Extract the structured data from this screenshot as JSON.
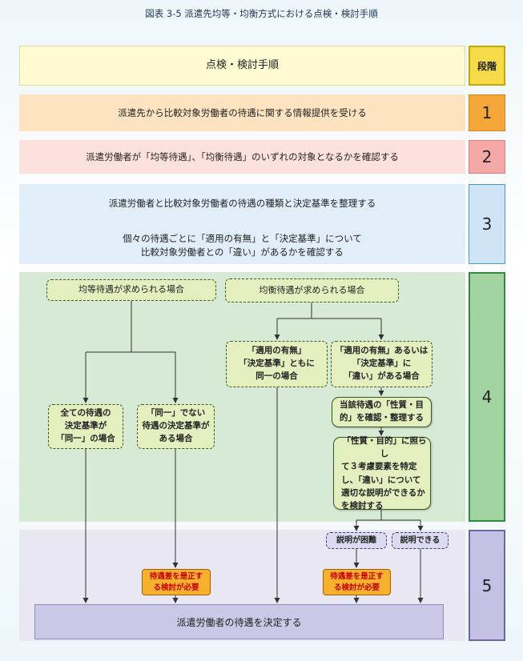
{
  "caption": "図表 3-5 派遣先均等・均衡方式における点検・検討手順",
  "header": {
    "title": "点検・検討手順",
    "stage_label": "段階"
  },
  "rows": [
    {
      "text": "派遣先から比較対象労働者の待遇に関する情報提供を受ける",
      "stage": "1"
    },
    {
      "text": "派遣労働者が「均等待遇」、「均衡待遇」のいずれの対象となるかを確認する",
      "stage": "2"
    },
    {
      "text_lines": [
        "派遣労働者と比較対象労働者の待遇の種類と決定基準を整理する",
        "個々の待遇ごとに「適用の有無」と「決定基準」について",
        "比較対象労働者との「違い」があるかを確認する"
      ],
      "stage": "3"
    },
    {
      "stage": "4"
    },
    {
      "stage": "5"
    }
  ],
  "flow": {
    "equal_head": "均等待遇が求められる場合",
    "balance_head": "均衡待遇が求められる場合",
    "all_same": [
      "全ての待遇の",
      "決定基準が",
      "「同一」の場合"
    ],
    "not_same": [
      "「同一」でない",
      "待遇の決定基準が",
      "ある場合"
    ],
    "both_same": [
      "「適用の有無」",
      "「決定基準」ともに",
      "同一の場合"
    ],
    "has_diff": [
      "「適用の有無」あるいは",
      "「決定基準」に",
      "「違い」がある場合"
    ],
    "organize": [
      "当該待遇の「性質・目",
      "的」を確認・整理する"
    ],
    "examine": [
      "「性質・目的」に照らし",
      "て３考慮要素を特定",
      "し、「違い」について",
      "適切な説明ができるか",
      "を検討する"
    ],
    "hard_explain": "説明が困難",
    "can_explain": "説明できる",
    "fix_left": [
      "待遇差を是正す",
      "る検討が必要"
    ],
    "fix_right": [
      "待遇差を是正す",
      "る検討が必要"
    ],
    "final": "派遣労働者の待遇を決定する"
  },
  "colors": {
    "header_bg": "#fefbd2",
    "row1_bg": "#fde3c0",
    "row2_bg": "#fde1dc",
    "row3_bg": "#e1eef9",
    "row4_bg": "#d6ead6",
    "row5_bg": "#e9e7f1",
    "stage_header": "#f5da4a",
    "stage1": "#f6a73a",
    "stage2": "#f5a9a6",
    "stage3": "#cfe4f6",
    "stage4": "#a2d4a2",
    "stage5": "#c4c2e4"
  }
}
